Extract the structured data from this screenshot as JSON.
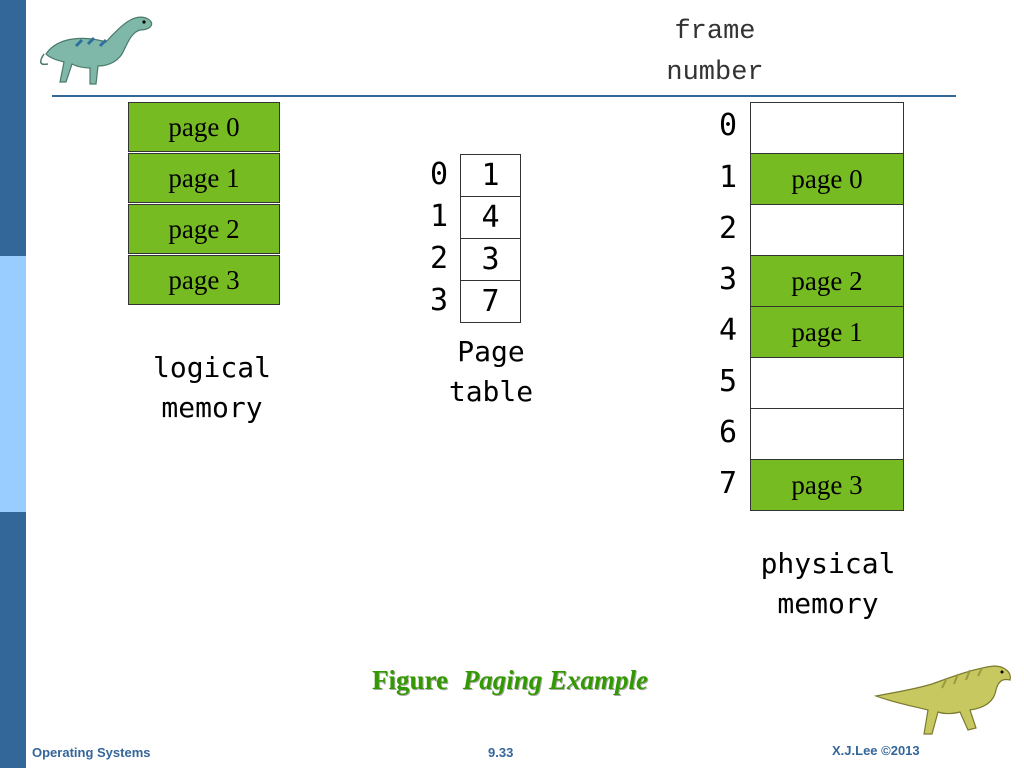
{
  "header": {
    "frame_label_line1": "frame",
    "frame_label_line2": "number"
  },
  "logical_memory": {
    "pages": [
      "page 0",
      "page 1",
      "page 2",
      "page 3"
    ],
    "caption_line1": "logical",
    "caption_line2": "memory"
  },
  "page_table": {
    "indices": [
      "0",
      "1",
      "2",
      "3"
    ],
    "frames": [
      "1",
      "4",
      "3",
      "7"
    ],
    "caption_line1": "Page",
    "caption_line2": "table"
  },
  "physical_memory": {
    "indices": [
      "0",
      "1",
      "2",
      "3",
      "4",
      "5",
      "6",
      "7"
    ],
    "frames": [
      "",
      "page 0",
      "",
      "page 2",
      "page 1",
      "",
      "",
      "page 3"
    ],
    "caption_line1": "physical",
    "caption_line2": "memory"
  },
  "figure": {
    "prefix": "Figure",
    "title": "Paging Example"
  },
  "footer": {
    "left": "Operating Systems",
    "center": "9.33",
    "right": "X.J.Lee ©2013"
  },
  "colors": {
    "accent": "#336699",
    "light": "#99CCFF",
    "page_fill": "#77BB22",
    "caption": "#339900"
  },
  "icons": {
    "top_left": "dinosaur-icon",
    "bottom_right": "dinosaur-icon"
  }
}
